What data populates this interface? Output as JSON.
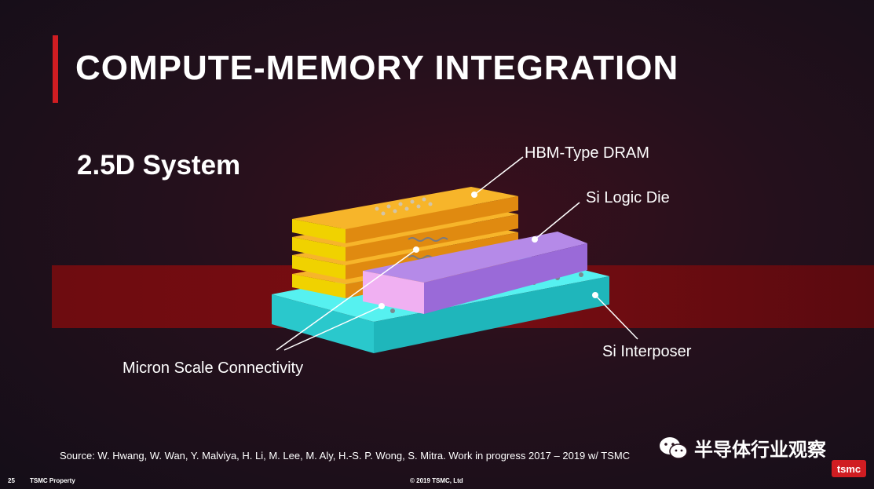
{
  "title": "COMPUTE-MEMORY INTEGRATION",
  "subtitle": "2.5D System",
  "labels": {
    "hbm": "HBM-Type DRAM",
    "logic": "Si Logic Die",
    "interposer": "Si Interposer",
    "connectivity": "Micron Scale Connectivity"
  },
  "source": "Source: W. Hwang, W. Wan, Y. Malviya, H. Li, M. Lee, M. Aly, H.-S. P. Wong, S. Mitra. Work in progress 2017 – 2019 w/ TSMC",
  "footer": {
    "page": "25",
    "property": "TSMC Property",
    "copyright": "© 2019 TSMC, Ltd"
  },
  "watermark": "半导体行业观察",
  "logo_text": "tsmc",
  "colors": {
    "accent": "#d01d22",
    "interposer": "#33e6e6",
    "logic": "#b07ae8",
    "hbm": "#f2a218"
  }
}
